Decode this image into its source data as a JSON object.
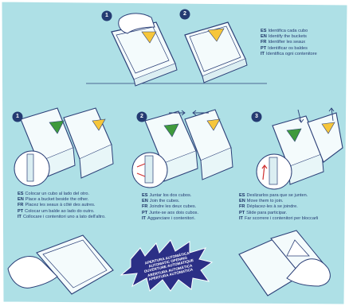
{
  "colors": {
    "background": "#aee0e6",
    "panel_edge": "#ffffff",
    "ink": "#243b72",
    "step_badge": "#243b72",
    "triangle_yellow": "#f6c63a",
    "triangle_green": "#3f9a3c",
    "arrow_red": "#d03030",
    "burst": "#2b2f86"
  },
  "steps": {
    "top": [
      "1",
      "2"
    ],
    "middle": [
      "1",
      "2",
      "3"
    ]
  },
  "legend_top": [
    {
      "lang": "ES",
      "text": "Identifica cada cubo"
    },
    {
      "lang": "EN",
      "text": "Identify the buckets"
    },
    {
      "lang": "FR",
      "text": "Identifier les seaux"
    },
    {
      "lang": "PT",
      "text": "Identificar os baldes"
    },
    {
      "lang": "IT",
      "text": "Identifica ogni contenitore"
    }
  ],
  "legend_step1": [
    {
      "lang": "ES",
      "text": "Colocar un cubo al lado del otro."
    },
    {
      "lang": "EN",
      "text": "Place a bucket beside the other."
    },
    {
      "lang": "FR",
      "text": "Placez les seaux à côté des autres."
    },
    {
      "lang": "PT",
      "text": "Colocar um balde ao lado do outro."
    },
    {
      "lang": "IT",
      "text": "Collocare i contenitori uno a lato dell'altro."
    }
  ],
  "legend_step2": [
    {
      "lang": "ES",
      "text": "Juntar los dos cubos."
    },
    {
      "lang": "EN",
      "text": "Join the cubes."
    },
    {
      "lang": "FR",
      "text": "Joindre les deux cubes."
    },
    {
      "lang": "PT",
      "text": "Junte-se aos dois cubos."
    },
    {
      "lang": "IT",
      "text": "Agganciare i contenitori."
    }
  ],
  "legend_step3": [
    {
      "lang": "ES",
      "text": "Deslizarlos para que se junten."
    },
    {
      "lang": "EN",
      "text": "Move them to join."
    },
    {
      "lang": "FR",
      "text": "Déplacez-les à se joindre."
    },
    {
      "lang": "PT",
      "text": "Slide para participar."
    },
    {
      "lang": "IT",
      "text": "Far scorrere i contenitori per bloccarli"
    }
  ],
  "burst_lines": [
    "APERTURA AUTOMÁTICA",
    "AUTOMATIC OPENING",
    "OUVERTURE AUTOMATIQUE",
    "ABERTURA AUTOMÁTICA",
    "APERTURA AUTOMATICA"
  ],
  "icons": [
    "hand-icon",
    "bucket-icon",
    "yellow-triangle-icon",
    "green-triangle-icon",
    "red-arrow-icon",
    "slide-arrow-icon",
    "starburst-icon"
  ]
}
